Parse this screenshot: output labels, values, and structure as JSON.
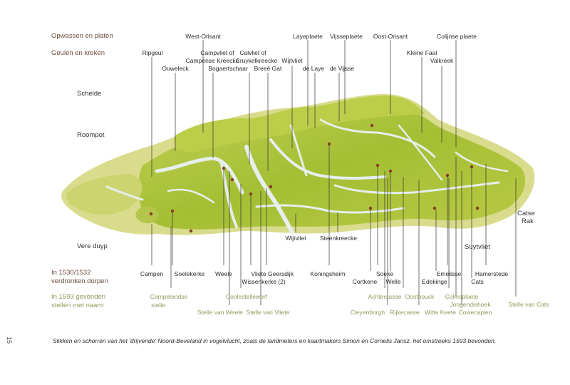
{
  "categories": {
    "platen": "Opwassen en platen",
    "geulen": "Geulen en kreken",
    "dorpen_1": "In 1530/1532",
    "dorpen_2": "verdronken dorpen",
    "stellen_1": "In 1593 gevonden",
    "stellen_2": "stellen met naam:"
  },
  "waters": {
    "schelde": "Schelde",
    "roompot": "Roompot",
    "vere_duyp": "Vere duyp",
    "catse_rak_1": "Catse",
    "catse_rak_2": "Rak",
    "suytvliet": "Suytvliet"
  },
  "labels_top": {
    "west_orisant": "West-Orisant",
    "layeplaete": "Layeplaete",
    "vijsseplaete": "Vijsseplaete",
    "oost_orisant": "Oost-Orisant",
    "colijnse_plaete": "Colijnse plaete",
    "ripgeul": "Ripgeul",
    "campvliet_of": "Campvliet of",
    "calvliet_of": "Calvliet of",
    "wijtvliet_top": "Wijtvliet",
    "kleine_faal": "Kleine Faal",
    "campense_kreecke": "Campense Kreecke",
    "cruykelkreecke": "Cruykelkreecke",
    "valkreek": "Valkreek",
    "ouweleck": "Ouweleck",
    "bogaertschaar": "Bogaertschaar",
    "breee_gat": "Breeë Gat",
    "de_laye": "de Laye",
    "de_vijsse": "de Vijsse"
  },
  "labels_mid": {
    "wijtvliet": "Wijtvliet",
    "steenkreecke": "Steenkreecke"
  },
  "villages": {
    "campen": "Campen",
    "soelekerke": "Soelekerke",
    "weele": "Weele",
    "vliete": "Vliete",
    "geersdijk": "Geersdijk",
    "wissenkerke": "Wissenkerke (2)",
    "koningsheim": "Koningsheim",
    "soeke": "Soeke",
    "cortkene": "Cortkene",
    "welle": "Welle",
    "emelisse": "Emelisse",
    "edekinge": "Edekinge",
    "hamerstede": "Hamerstede",
    "cats": "Cats"
  },
  "stellen": {
    "campelandse_1": "Campelandse",
    "campelandse_2": "stelle",
    "coolestellewerf": "Coolestellewerf",
    "stelle_van_weele": "Stelle van Weele",
    "stelle_van_vliete": "Stelle van Vliete",
    "achtercasse": "Achtercasse",
    "oosthouck": "Oosthouck",
    "colinsplaete": "Colinsplaete",
    "jongendishoek": "Jongendishoek",
    "stelle_van_cats": "Stelle van Cats",
    "cleyenborgh": "Cleyenborgh",
    "rijkecasse": "Rijkecasse",
    "witte_keete": "Witte Keete",
    "cowecapien": "Cowecapien"
  },
  "caption": "Slikken en schorren van het 'drijvende' Noord-Beveland in vogelvlucht, zoals de landmeters en kaartmakers Simon en Cornelis Jansz. het omstreeks 1593 bevonden.",
  "page_number": "15",
  "colors": {
    "land": "#a9c23a",
    "land_light": "#cfd86a",
    "water": "#dfe9ea",
    "stelle_text": "#8e9a5c",
    "category_text": "#6a4a3a"
  }
}
